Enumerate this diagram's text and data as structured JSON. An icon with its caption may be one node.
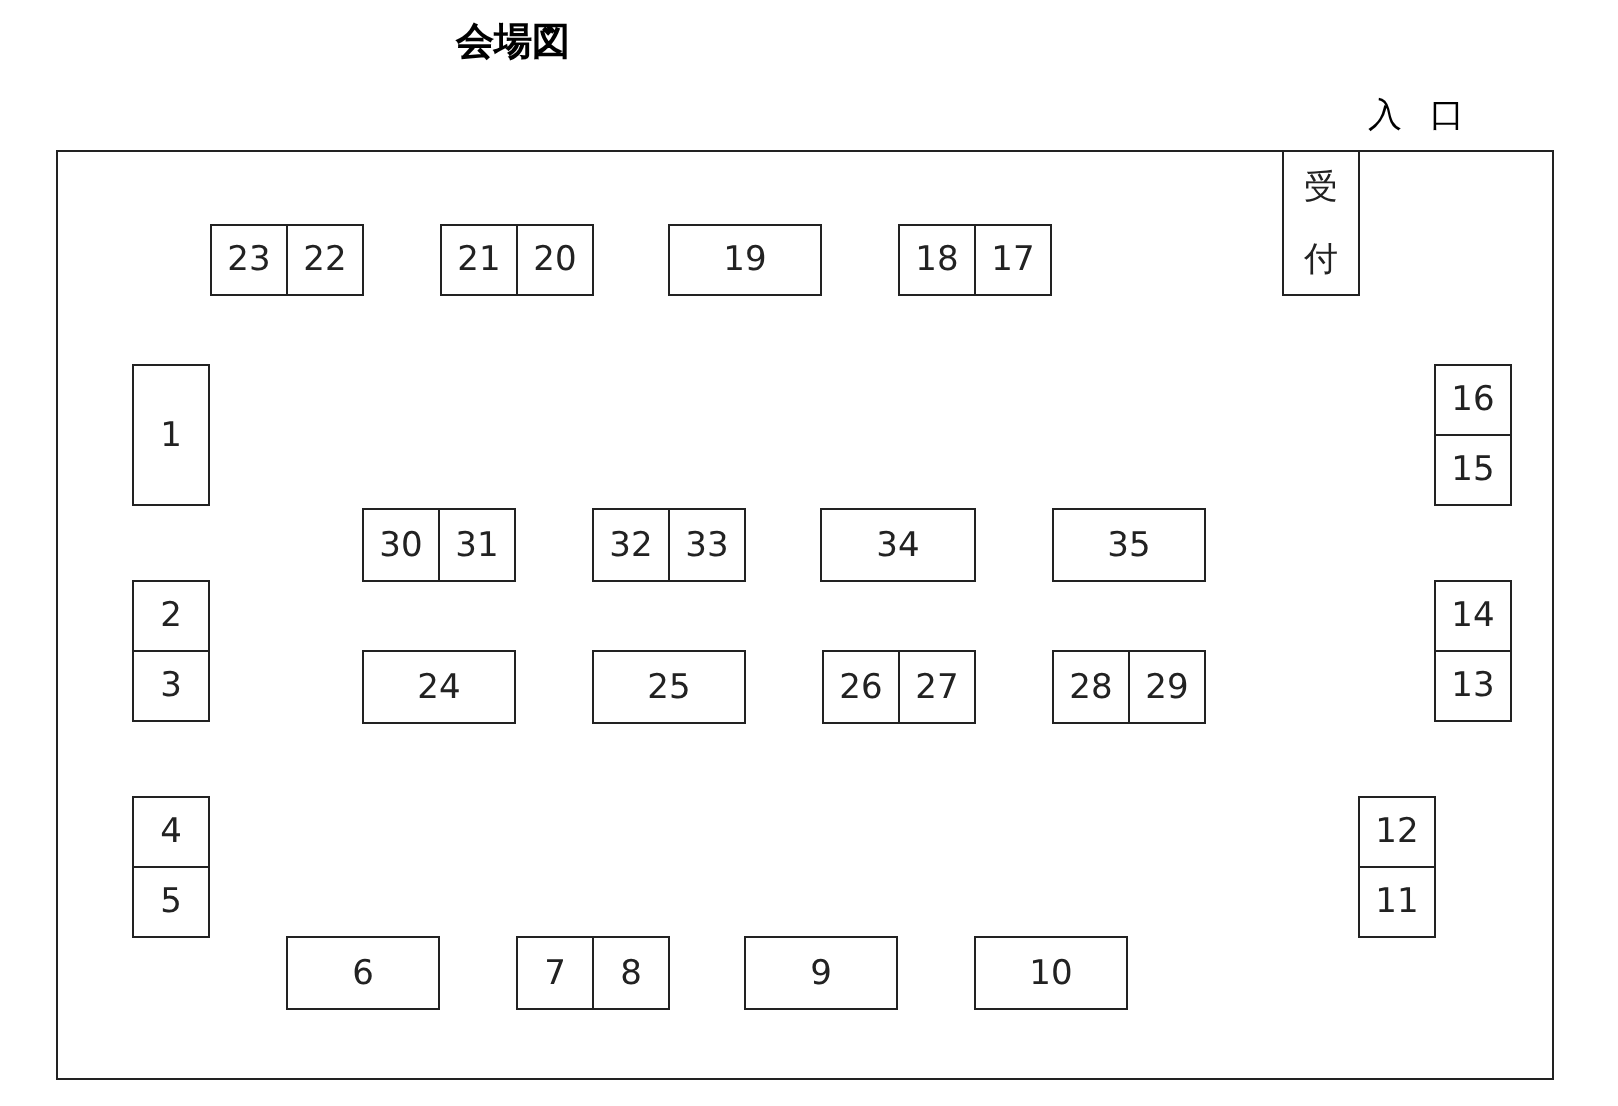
{
  "diagram": {
    "title": "会場図",
    "nodes": [
      {
        "text": [
          "23"
        ]
      },
      {
        "text": [
          "22"
        ]
      },
      {
        "text": [
          "21"
        ]
      },
      {
        "text": [
          "20"
        ]
      },
      {
        "text": [
          "19"
        ]
      },
      {
        "text": [
          "18"
        ]
      },
      {
        "text": [
          "17"
        ]
      },
      {
        "text": [
          "受付"
        ]
      },
      {
        "text": [
          "1"
        ]
      },
      {
        "text": [
          "16"
        ]
      },
      {
        "text": [
          "15"
        ]
      },
      {
        "text": [
          "30"
        ]
      },
      {
        "text": [
          "31"
        ]
      },
      {
        "text": [
          "32"
        ]
      },
      {
        "text": [
          "33"
        ]
      },
      {
        "text": [
          "34"
        ]
      },
      {
        "text": [
          "35"
        ]
      },
      {
        "text": [
          "2"
        ]
      },
      {
        "text": [
          "14"
        ]
      },
      {
        "text": [
          "3"
        ]
      },
      {
        "text": [
          "24"
        ]
      },
      {
        "text": [
          "25"
        ]
      },
      {
        "text": [
          "26"
        ]
      },
      {
        "text": [
          "27"
        ]
      },
      {
        "text": [
          "28"
        ]
      },
      {
        "text": [
          "29"
        ]
      },
      {
        "text": [
          "13"
        ]
      },
      {
        "text": [
          "4"
        ]
      },
      {
        "text": [
          "12"
        ]
      },
      {
        "text": [
          "5"
        ]
      },
      {
        "text": [
          "11"
        ]
      },
      {
        "text": [
          "6"
        ]
      },
      {
        "text": [
          "7"
        ]
      },
      {
        "text": [
          "8"
        ]
      },
      {
        "text": [
          "9"
        ]
      },
      {
        "text": [
          "10"
        ]
      }
    ],
    "edges": [],
    "labels": [
      "入口"
    ]
  }
}
